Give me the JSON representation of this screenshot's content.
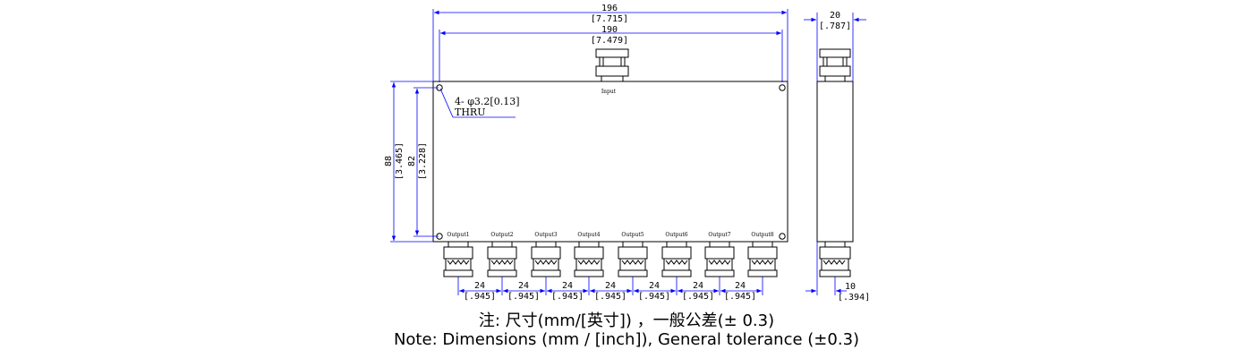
{
  "dimensions": {
    "overall_width": {
      "mm": "196",
      "inch": "[7.715]"
    },
    "hole_spacing_width": {
      "mm": "190",
      "inch": "[7.479]"
    },
    "side_width": {
      "mm": "20",
      "inch": "[.787]"
    },
    "overall_height": {
      "mm": "88",
      "inch": "[3.465]"
    },
    "hole_spacing_height": {
      "mm": "82",
      "inch": "[3.228]"
    },
    "output_pitch": {
      "mm": "24",
      "inch": "[.945]"
    },
    "side_offset": {
      "mm": "10",
      "inch": "[.394]"
    }
  },
  "holes": {
    "line1": "4- φ3.2[0.13]",
    "line2": "THRU"
  },
  "ports": {
    "input": "Input",
    "outputs": [
      "Output1",
      "Output2",
      "Output3",
      "Output4",
      "Output5",
      "Output6",
      "Output7",
      "Output8"
    ]
  },
  "caption": {
    "zh": "注: 尺寸(mm/[英寸]) ，一般公差(± 0.3)",
    "en": "Note: Dimensions (mm / [inch]), General tolerance (±0.3)"
  },
  "colors": {
    "outline": "#000000",
    "dimension": "#0000ff"
  }
}
